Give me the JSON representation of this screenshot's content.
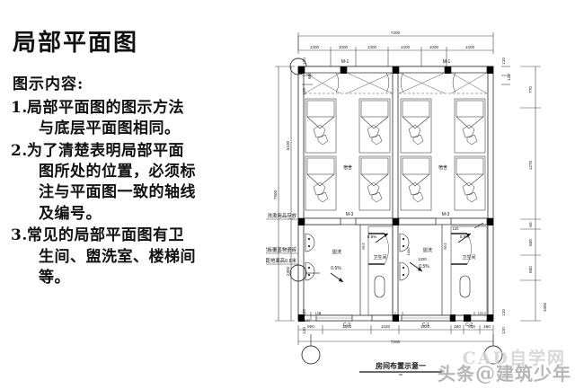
{
  "slide": {
    "title": "局部平面图",
    "content_heading": "图示内容:",
    "points": [
      {
        "num": "1.",
        "lines": [
          "局部平面图的图示方法",
          "与底层平面图相同。"
        ]
      },
      {
        "num": "2.",
        "lines": [
          "为了清楚表明局部平面",
          "图所处的位置，必须标",
          "注与平面图一致的轴线",
          "及编号。"
        ]
      },
      {
        "num": "3.",
        "lines": [
          "常见的局部平面图有卫",
          "生间、盥洗室、楼梯间",
          "等。"
        ]
      }
    ]
  },
  "drawing": {
    "caption": "房间布置示意一",
    "rooms": {
      "dorm_left": "宿舍",
      "dorm_right": "宿舍",
      "wash_left": "盥洗",
      "wash_right": "盥洗",
      "toilet_left": "卫生间",
      "toilet_right": "卫生间"
    },
    "slopes": {
      "wash_left": "0.5%",
      "wash_right": "0.5%",
      "toilet_left": "0.5%",
      "toilet_right": "0.5%",
      "mid_left": "0.5%",
      "mid_right": "0.5%"
    },
    "doors": {
      "top_left": "M-1",
      "top_right": "M-1",
      "mid_left": "M-3",
      "mid_right": "M-3",
      "wash_left": "M-2",
      "wash_right": "M-2"
    },
    "windows": {
      "w1": "C-3",
      "w2": "C-1",
      "w3": "C-2"
    },
    "annotations": [
      "洗漱用品存放",
      "预制水泥板覆盖物瓷砖",
      "板面距地面高0.8米"
    ],
    "inner_notes": {
      "n1": "120",
      "n2": "1320",
      "n3": "1000"
    },
    "dim_top": {
      "overall": "7200",
      "segments": [
        "1300",
        "1000",
        "1300",
        "1300",
        "1000",
        "1300"
      ]
    },
    "dim_bottom": {
      "overall": "7200",
      "segments": [
        "900",
        "1800",
        "1020",
        "1920",
        "480",
        "600",
        "480"
      ],
      "wall_ticks": [
        "120",
        "120",
        "120",
        "120",
        "120",
        "120"
      ]
    },
    "dim_left": {
      "overall": "7500",
      "segments": [
        "5100",
        "2400"
      ],
      "wall_top": [
        "120",
        "600",
        "120"
      ],
      "wall_bottom": [
        "120",
        "120"
      ]
    },
    "dim_right": {
      "overall": "1000",
      "segments": [
        "770",
        "1270",
        "60",
        "600",
        "600"
      ],
      "wall_top": [
        "120",
        "120"
      ],
      "wall_bottom": [
        "120",
        "120"
      ]
    }
  },
  "watermark": {
    "main": "头条",
    "at": "@",
    "handle": "建筑少年",
    "faint": "CAD自学网"
  },
  "colors": {
    "ink": "#1a1a1a",
    "line": "#2b2b2b",
    "thin": "#555555",
    "wall_fill": "#000000",
    "paper": "#ffffff",
    "watermark": "#9a9a9a"
  }
}
